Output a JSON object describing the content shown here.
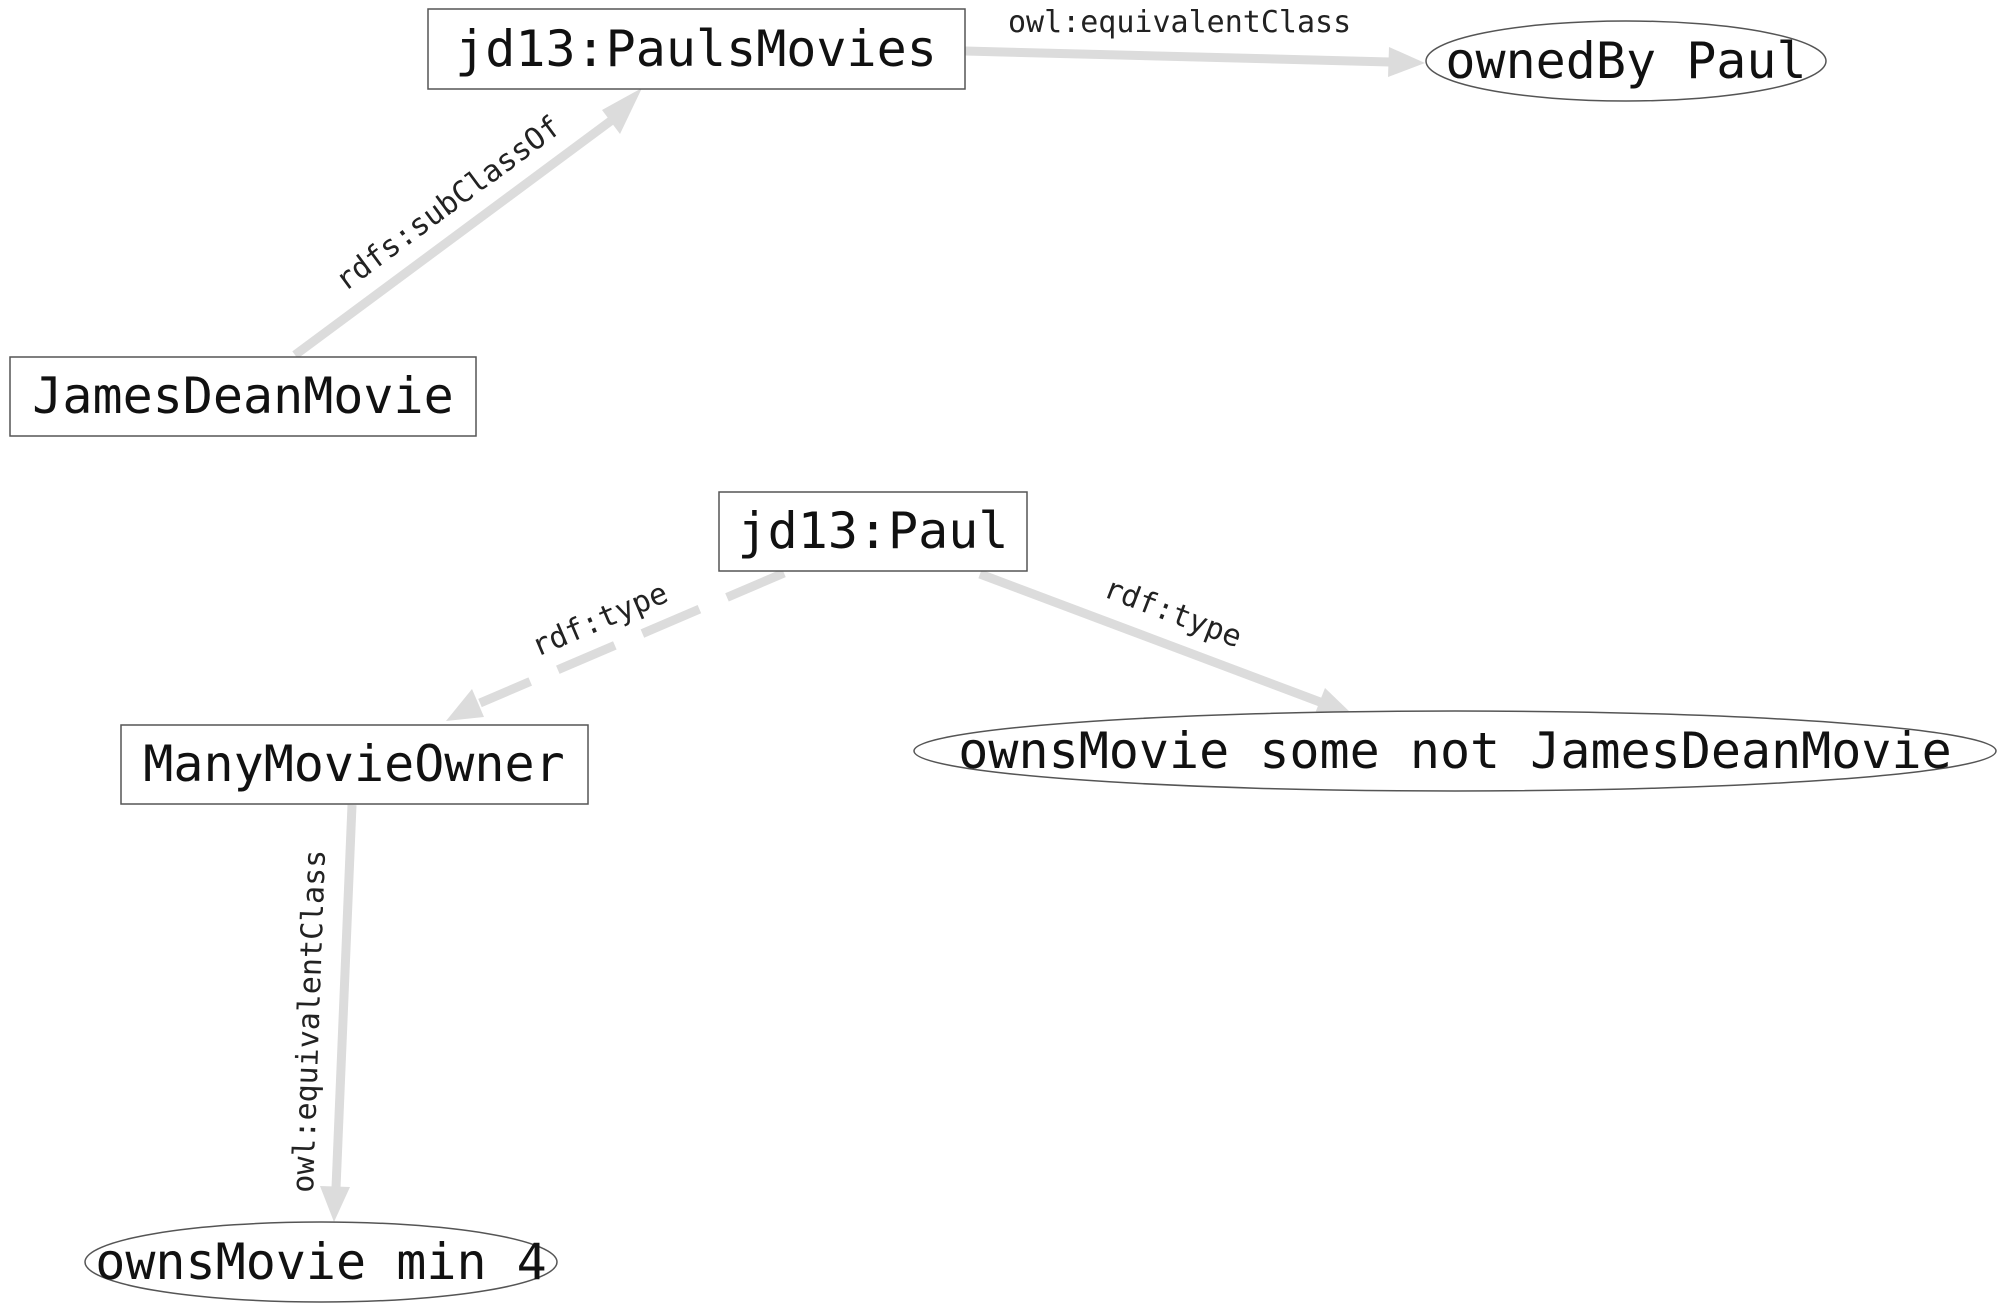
{
  "diagram": {
    "nodes": {
      "paulsmovies": {
        "label": "jd13:PaulsMovies",
        "shape": "rectangle"
      },
      "ownedbypaul": {
        "label": "ownedBy Paul",
        "shape": "ellipse"
      },
      "jamesdeanmovie": {
        "label": "JamesDeanMovie",
        "shape": "rectangle"
      },
      "paul": {
        "label": "jd13:Paul",
        "shape": "rectangle"
      },
      "manymovieowner": {
        "label": "ManyMovieOwner",
        "shape": "rectangle"
      },
      "someNotJdm": {
        "label": "ownsMovie some not JamesDeanMovie",
        "shape": "ellipse"
      },
      "ownsmin4": {
        "label": "ownsMovie min 4",
        "shape": "ellipse"
      }
    },
    "edges": {
      "e1": {
        "from": "jamesdeanmovie",
        "to": "paulsmovies",
        "label": "rdfs:subClassOf",
        "style": "solid"
      },
      "e2": {
        "from": "paulsmovies",
        "to": "ownedbypaul",
        "label": "owl:equivalentClass",
        "style": "solid"
      },
      "e3": {
        "from": "paul",
        "to": "manymovieowner",
        "label": "rdf:type",
        "style": "dashed"
      },
      "e4": {
        "from": "paul",
        "to": "someNotJdm",
        "label": "rdf:type",
        "style": "solid"
      },
      "e5": {
        "from": "manymovieowner",
        "to": "ownsmin4",
        "label": "owl:equivalentClass",
        "style": "solid"
      }
    },
    "colors": {
      "edge": "#dcdcdc",
      "node_border": "#555555",
      "text": "#111111"
    }
  }
}
